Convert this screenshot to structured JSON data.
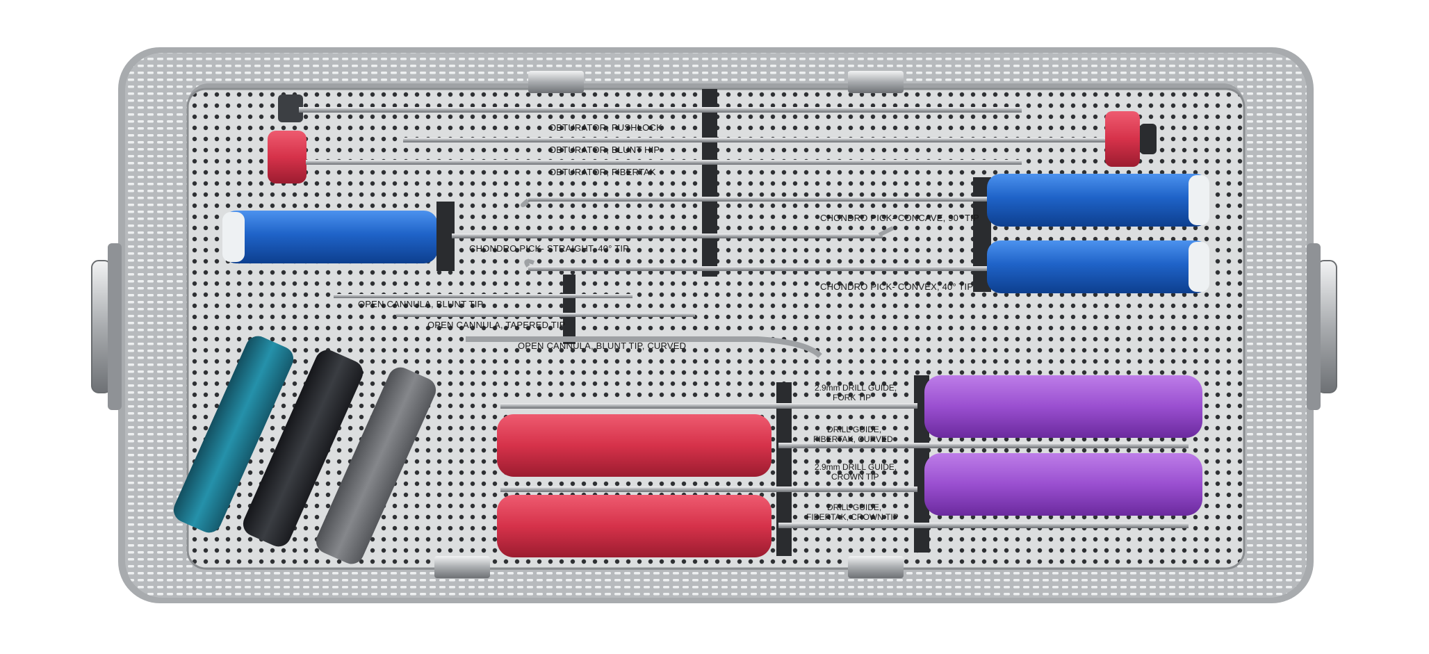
{
  "labels": {
    "obturator_pushlock": "OBTURATOR, PUSHLOCK",
    "obturator_blunt_hip": "OBTURATOR, BLUNT HIP",
    "obturator_fibertak": "OBTURATOR, FIBERTAK",
    "chondro_concave": "CHONDRO PICK- CONCAVE, 90° TIP",
    "chondro_straight": "CHONDRO PICK- STRAIGHT, 40° TIP",
    "chondro_convex": "CHONDRO PICK- CONVEX, 40° TIP",
    "cannula_blunt": "OPEN CANNULA, BLUNT TIP",
    "cannula_tapered": "OPEN CANNULA, TAPERED TIP",
    "cannula_curved": "OPEN CANNULA, BLUNT TIP, CURVED",
    "drill_fork_1": "2.9mm DRILL GUIDE,",
    "drill_fork_2": "FORK TIP",
    "drill_fibertak_curved_1": "DRILL GUIDE,",
    "drill_fibertak_curved_2": "FIBERTAK, CURVED",
    "drill_crown_1": "2.9mm DRILL GUIDE,",
    "drill_crown_2": "CROWN TIP",
    "drill_fibertak_crown_1": "DRILL GUIDE,",
    "drill_fibertak_crown_2": "FIBERTAK, CROWN TIP"
  },
  "colors": {
    "tray_steel": "#b9bcbf",
    "tray_dark": "#8e9195",
    "plate": "#dcdedf",
    "handle_blue": "#1f63c8",
    "handle_red": "#d6324a",
    "handle_purple": "#9a4fd0",
    "handle_teal": "#1f7d93",
    "handle_black": "#2a2c30",
    "handle_gray": "#6d6f73"
  }
}
